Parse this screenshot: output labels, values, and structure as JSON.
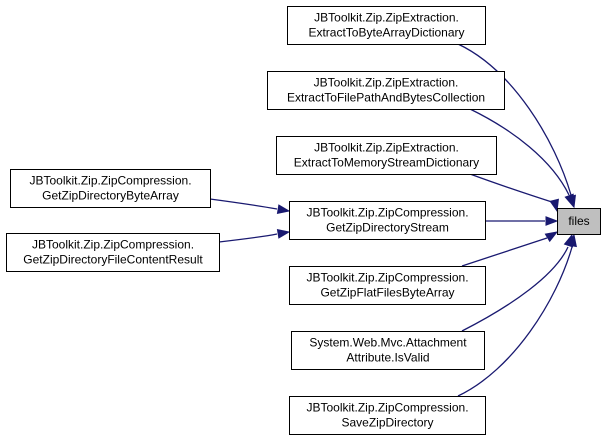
{
  "colors": {
    "edge": "#191970",
    "node_border": "#000000",
    "node_fill": "#ffffff",
    "focus_fill": "#bfbfbf"
  },
  "nodes": [
    {
      "id": "files",
      "lines": [
        "files"
      ],
      "focus": true
    },
    {
      "id": "extract-byte-array-dict",
      "lines": [
        "JBToolkit.Zip.ZipExtraction.",
        "ExtractToByteArrayDictionary"
      ]
    },
    {
      "id": "extract-file-path-bytes",
      "lines": [
        "JBToolkit.Zip.ZipExtraction.",
        "ExtractToFilePathAndBytesCollection"
      ]
    },
    {
      "id": "extract-memory-stream-dict",
      "lines": [
        "JBToolkit.Zip.ZipExtraction.",
        "ExtractToMemoryStreamDictionary"
      ]
    },
    {
      "id": "get-zip-directory-stream",
      "lines": [
        "JBToolkit.Zip.ZipCompression.",
        "GetZipDirectoryStream"
      ]
    },
    {
      "id": "get-zip-flat-files",
      "lines": [
        "JBToolkit.Zip.ZipCompression.",
        "GetZipFlatFilesByteArray"
      ]
    },
    {
      "id": "attachment-is-valid",
      "lines": [
        "System.Web.Mvc.Attachment",
        "Attribute.IsValid"
      ]
    },
    {
      "id": "save-zip-directory",
      "lines": [
        "JBToolkit.Zip.ZipCompression.",
        "SaveZipDirectory"
      ]
    },
    {
      "id": "get-zip-directory-byte-array",
      "lines": [
        "JBToolkit.Zip.ZipCompression.",
        "GetZipDirectoryByteArray"
      ]
    },
    {
      "id": "get-zip-directory-file-content",
      "lines": [
        "JBToolkit.Zip.ZipCompression.",
        "GetZipDirectoryFileContentResult"
      ]
    }
  ],
  "edges": [
    {
      "from": "extract-byte-array-dict",
      "to": "files"
    },
    {
      "from": "extract-file-path-bytes",
      "to": "files"
    },
    {
      "from": "extract-memory-stream-dict",
      "to": "files"
    },
    {
      "from": "get-zip-directory-stream",
      "to": "files"
    },
    {
      "from": "get-zip-flat-files",
      "to": "files"
    },
    {
      "from": "attachment-is-valid",
      "to": "files"
    },
    {
      "from": "save-zip-directory",
      "to": "files"
    },
    {
      "from": "get-zip-directory-byte-array",
      "to": "get-zip-directory-stream"
    },
    {
      "from": "get-zip-directory-file-content",
      "to": "get-zip-directory-stream"
    }
  ]
}
